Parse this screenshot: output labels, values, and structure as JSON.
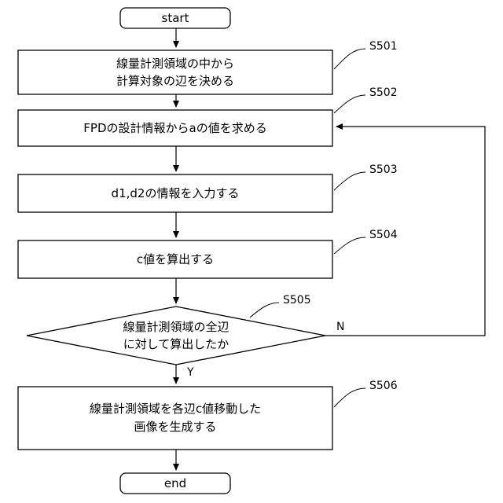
{
  "terminals": {
    "start": "start",
    "end": "end"
  },
  "steps": {
    "s501": {
      "id": "S501",
      "line1": "線量計測領域の中から",
      "line2": "計算対象の辺を決める"
    },
    "s502": {
      "id": "S502",
      "line1": "FPDの設計情報からaの値を求める"
    },
    "s503": {
      "id": "S503",
      "line1": "d1,d2の情報を入力する"
    },
    "s504": {
      "id": "S504",
      "line1": "c値を算出する"
    },
    "s505": {
      "id": "S505",
      "line1": "線量計測領域の全辺",
      "line2": "に対して算出したか"
    },
    "s506": {
      "id": "S506",
      "line1": "線量計測領域を各辺c値移動した",
      "line2": "画像を生成する"
    }
  },
  "branches": {
    "yes": "Y",
    "no": "N"
  }
}
